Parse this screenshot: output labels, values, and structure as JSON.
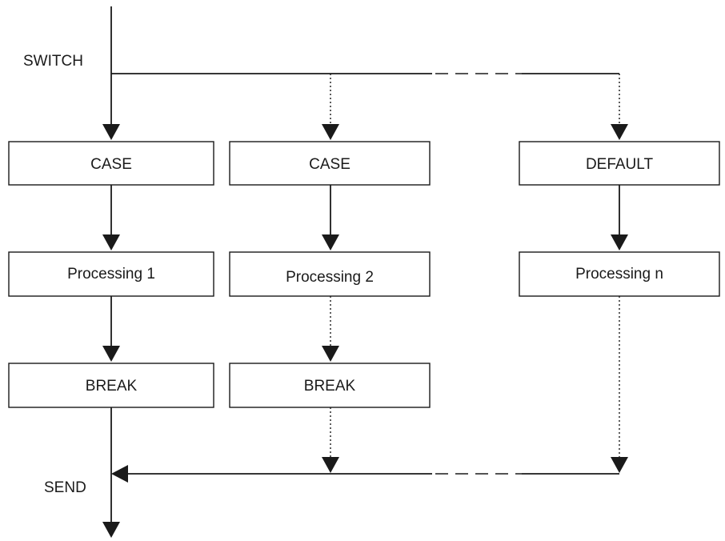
{
  "labels": {
    "switch": "SWITCH",
    "send": "SEND"
  },
  "columns": [
    {
      "case_label": "CASE",
      "processing_label": "Processing 1",
      "break_label": "BREAK"
    },
    {
      "case_label": "CASE",
      "processing_label": "Processing 2",
      "break_label": "BREAK"
    },
    {
      "case_label": "DEFAULT",
      "processing_label": "Processing n"
    }
  ]
}
